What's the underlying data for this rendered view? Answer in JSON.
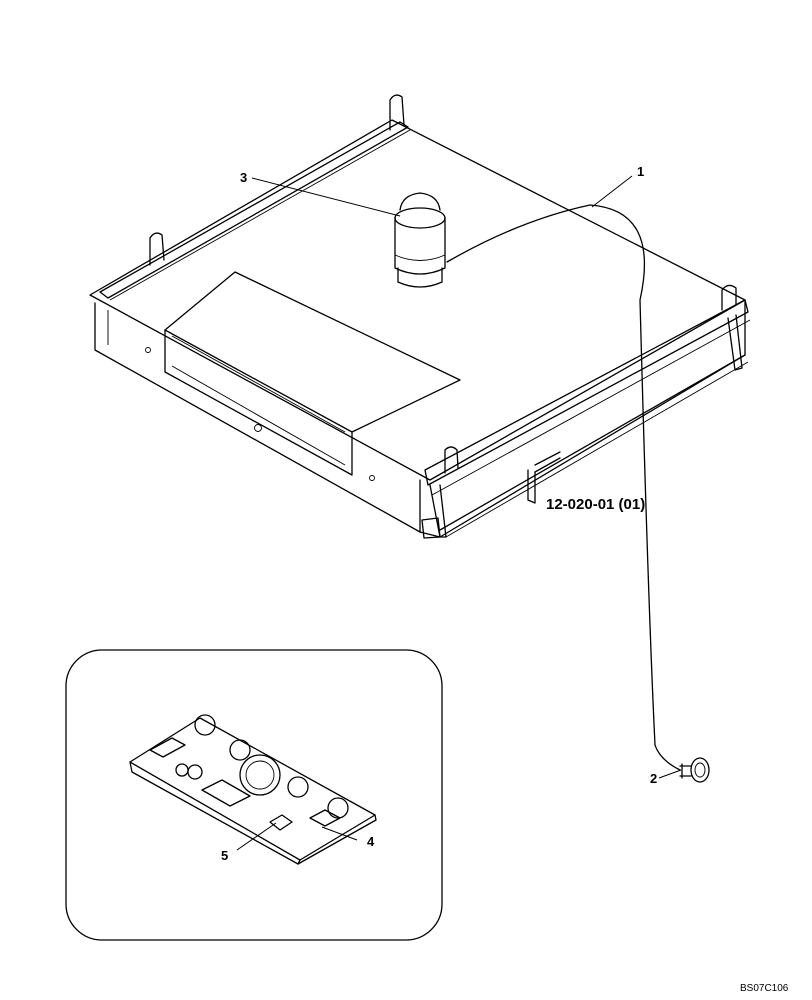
{
  "callouts": {
    "c1": "1",
    "c2": "2",
    "c3": "3",
    "c4": "4",
    "c5": "5"
  },
  "reference": "12-020-01 (01)",
  "drawing_id": "BS07C106",
  "parts": {
    "roof_panel": "cab-roof-panel-icon",
    "beacon": "rotating-beacon-icon",
    "switch": "beacon-switch-icon",
    "dashboard": "instrument-panel-icon"
  }
}
